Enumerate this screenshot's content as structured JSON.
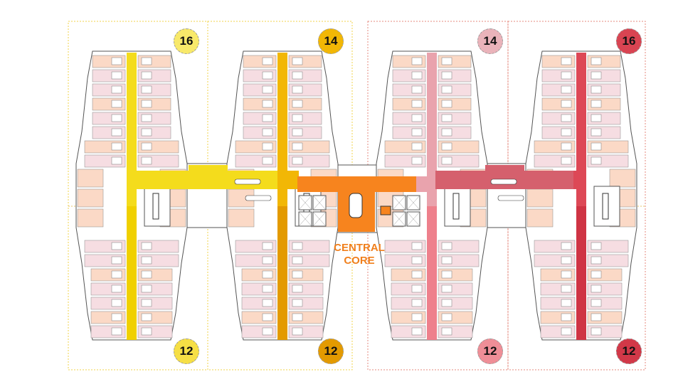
{
  "towers": [
    {
      "top_count": "16",
      "bottom_count": "12",
      "top_color": "#f8e96a",
      "bottom_color": "#f6df45",
      "corridor_color": "#f4dc1c",
      "lower_corridor_color": "#f0d000"
    },
    {
      "top_count": "14",
      "bottom_count": "12",
      "top_color": "#f2b705",
      "bottom_color": "#e39a00",
      "corridor_color": "#f2b705",
      "lower_corridor_color": "#e39a00"
    },
    {
      "top_count": "14",
      "bottom_count": "12",
      "top_color": "#eab3ba",
      "bottom_color": "#ef8e97",
      "corridor_color": "#e9a3ad",
      "lower_corridor_color": "#ee808c"
    },
    {
      "top_count": "16",
      "bottom_count": "12",
      "top_color": "#d94452",
      "bottom_color": "#d23848",
      "corridor_color": "#dd4856",
      "lower_corridor_color": "#cf3444"
    }
  ],
  "core": {
    "label_line1": "CENTRAL",
    "label_line2": "CORE",
    "color": "#f7841e"
  },
  "colors": {
    "unit_fill": "#f6dde2",
    "unit_alt": "#fbd9c6",
    "wall": "#555555",
    "zone_yellow": "#f0d34a",
    "zone_red": "#e58a7e"
  }
}
